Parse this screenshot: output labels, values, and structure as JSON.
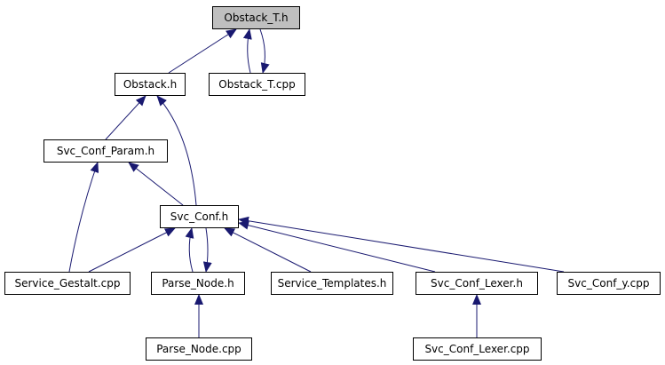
{
  "colors": {
    "edge": "#191970",
    "root_fill": "#bfbfbf",
    "node_fill": "#ffffff",
    "border": "#000000"
  },
  "nodes": [
    {
      "id": "obstack_t_h",
      "label": "Obstack_T.h",
      "root": true
    },
    {
      "id": "obstack_h",
      "label": "Obstack.h"
    },
    {
      "id": "obstack_t_cpp",
      "label": "Obstack_T.cpp"
    },
    {
      "id": "svc_conf_param_h",
      "label": "Svc_Conf_Param.h"
    },
    {
      "id": "svc_conf_h",
      "label": "Svc_Conf.h"
    },
    {
      "id": "service_gestalt_cpp",
      "label": "Service_Gestalt.cpp"
    },
    {
      "id": "parse_node_h",
      "label": "Parse_Node.h"
    },
    {
      "id": "service_templates_h",
      "label": "Service_Templates.h"
    },
    {
      "id": "svc_conf_lexer_h",
      "label": "Svc_Conf_Lexer.h"
    },
    {
      "id": "svc_conf_y_cpp",
      "label": "Svc_Conf_y.cpp"
    },
    {
      "id": "parse_node_cpp",
      "label": "Parse_Node.cpp"
    },
    {
      "id": "svc_conf_lexer_cpp",
      "label": "Svc_Conf_Lexer.cpp"
    }
  ],
  "edges": [
    {
      "from": "obstack_h",
      "to": "obstack_t_h"
    },
    {
      "from": "obstack_t_cpp",
      "to": "obstack_t_h"
    },
    {
      "from": "obstack_t_h",
      "to": "obstack_t_cpp"
    },
    {
      "from": "svc_conf_param_h",
      "to": "obstack_h"
    },
    {
      "from": "svc_conf_h",
      "to": "obstack_h"
    },
    {
      "from": "svc_conf_h",
      "to": "svc_conf_param_h"
    },
    {
      "from": "service_gestalt_cpp",
      "to": "svc_conf_param_h"
    },
    {
      "from": "service_gestalt_cpp",
      "to": "svc_conf_h"
    },
    {
      "from": "parse_node_h",
      "to": "svc_conf_h"
    },
    {
      "from": "svc_conf_h",
      "to": "parse_node_h"
    },
    {
      "from": "service_templates_h",
      "to": "svc_conf_h"
    },
    {
      "from": "svc_conf_lexer_h",
      "to": "svc_conf_h"
    },
    {
      "from": "svc_conf_y_cpp",
      "to": "svc_conf_h"
    },
    {
      "from": "parse_node_cpp",
      "to": "parse_node_h"
    },
    {
      "from": "svc_conf_lexer_cpp",
      "to": "svc_conf_lexer_h"
    }
  ]
}
